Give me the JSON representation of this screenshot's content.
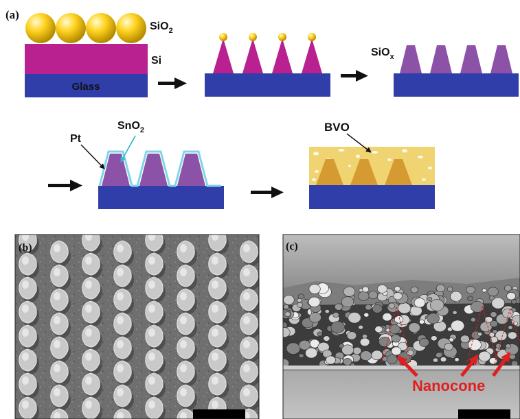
{
  "figure": {
    "panel_a": {
      "tag": "(a)",
      "labels": {
        "sio2": "SiO",
        "sio2_sub": "2",
        "si": "Si",
        "glass": "Glass",
        "siox": "SiO",
        "siox_sub": "x",
        "pt": "Pt",
        "sno2": "SnO",
        "sno2_sub": "2",
        "bvo": "BVO"
      }
    },
    "panel_b": {
      "tag": "(b)"
    },
    "panel_c": {
      "tag": "(c)",
      "annotation": "Nanocone"
    },
    "colors": {
      "sphere": "#ffd21e",
      "silicon": "#b8218f",
      "glass": "#2f3ea8",
      "siox": "#8c52a8",
      "sno2_shell": "#7fd7e6",
      "bvo": "#f1d472",
      "bvo_cone": "#d59a32",
      "annotation_red": "#e02020"
    }
  }
}
